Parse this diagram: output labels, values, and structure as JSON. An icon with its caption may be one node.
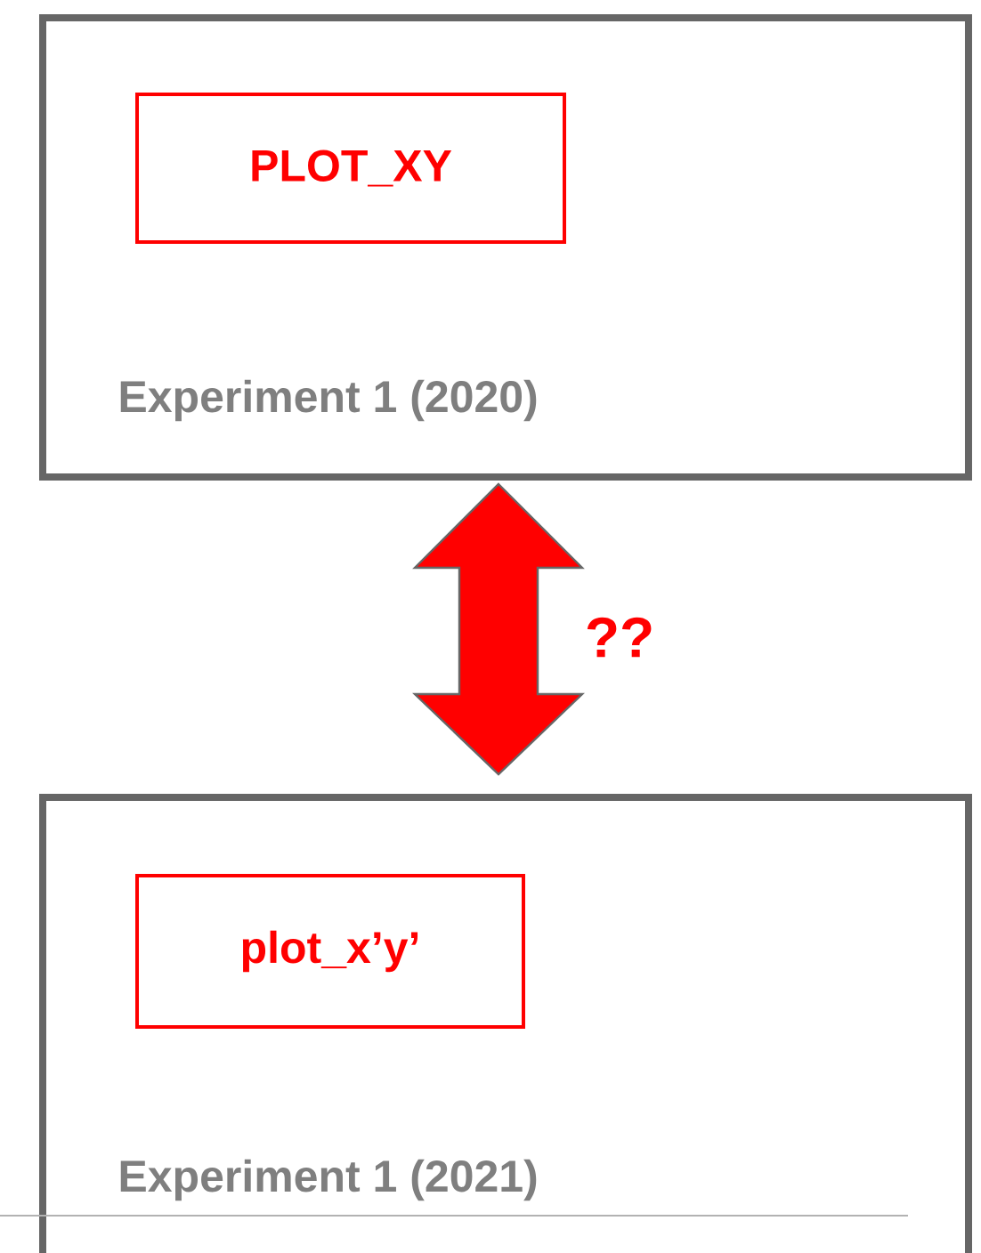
{
  "diagram": {
    "nodes": [
      {
        "text": [
          "Experiment 1 (2020)"
        ]
      },
      {
        "text": [
          "PLOT_XY"
        ],
        "in": 0
      },
      {
        "text": [
          "Experiment 1 (2021)"
        ]
      },
      {
        "text": [
          "plot_x’y’"
        ],
        "in": 2
      }
    ],
    "edges": [
      {
        "from": 0,
        "to": 2,
        "arrow": "both",
        "label": "??"
      }
    ]
  }
}
